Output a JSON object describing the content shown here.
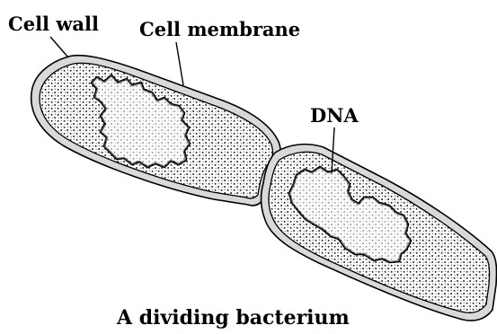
{
  "diagram": {
    "labels": {
      "cell_wall": "Cell wall",
      "cell_membrane": "Cell membrane",
      "dna": "DNA"
    },
    "caption": "A dividing bacterium"
  },
  "colors": {
    "wall_fill": "#d9d9d9",
    "cytoplasm_fill": "#ffffff",
    "stipple": "#1a1a1a",
    "outline": "#000000",
    "background": "#ffffff"
  }
}
